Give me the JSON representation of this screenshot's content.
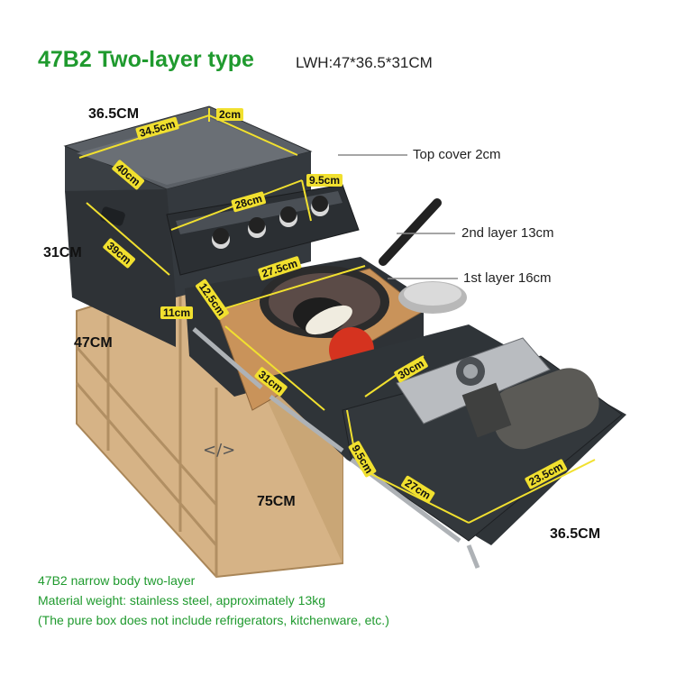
{
  "header": {
    "title": "47B2 Two-layer type",
    "dimensions": "LWH:47*36.5*31CM"
  },
  "callouts": {
    "top_cover": "Top cover 2cm",
    "second_layer": "2nd layer 13cm",
    "first_layer": "1st layer 16cm"
  },
  "outer_dims": {
    "width_top": "36.5CM",
    "height": "31CM",
    "length": "47CM",
    "extended": "75CM",
    "width_bottom": "36.5CM"
  },
  "inner_dims": {
    "top_thickness": "2cm",
    "top_length": "34.5cm",
    "top_depth": "40cm",
    "drawer_height": "9.5cm",
    "drawer_length": "28cm",
    "side_depth": "39cm",
    "board_length": "27.5cm",
    "board_depth": "12.5cm",
    "layer_height": "11cm",
    "bottom_depth": "31cm",
    "stove_depth": "30cm",
    "bottom_height": "9.5cm",
    "bottom_length": "27cm",
    "bottom_width": "23.5cm"
  },
  "footer": {
    "line1": "47B2 narrow body two-layer",
    "line2": "Material weight: stainless steel, approximately 13kg",
    "line3": "(The pure box does not include refrigerators, kitchenware, etc.)"
  },
  "colors": {
    "title_green": "#1f9a2e",
    "measure_yellow": "#f1e02f",
    "box_dark": "#2e3236",
    "crate_wood": "#d9b98c"
  }
}
